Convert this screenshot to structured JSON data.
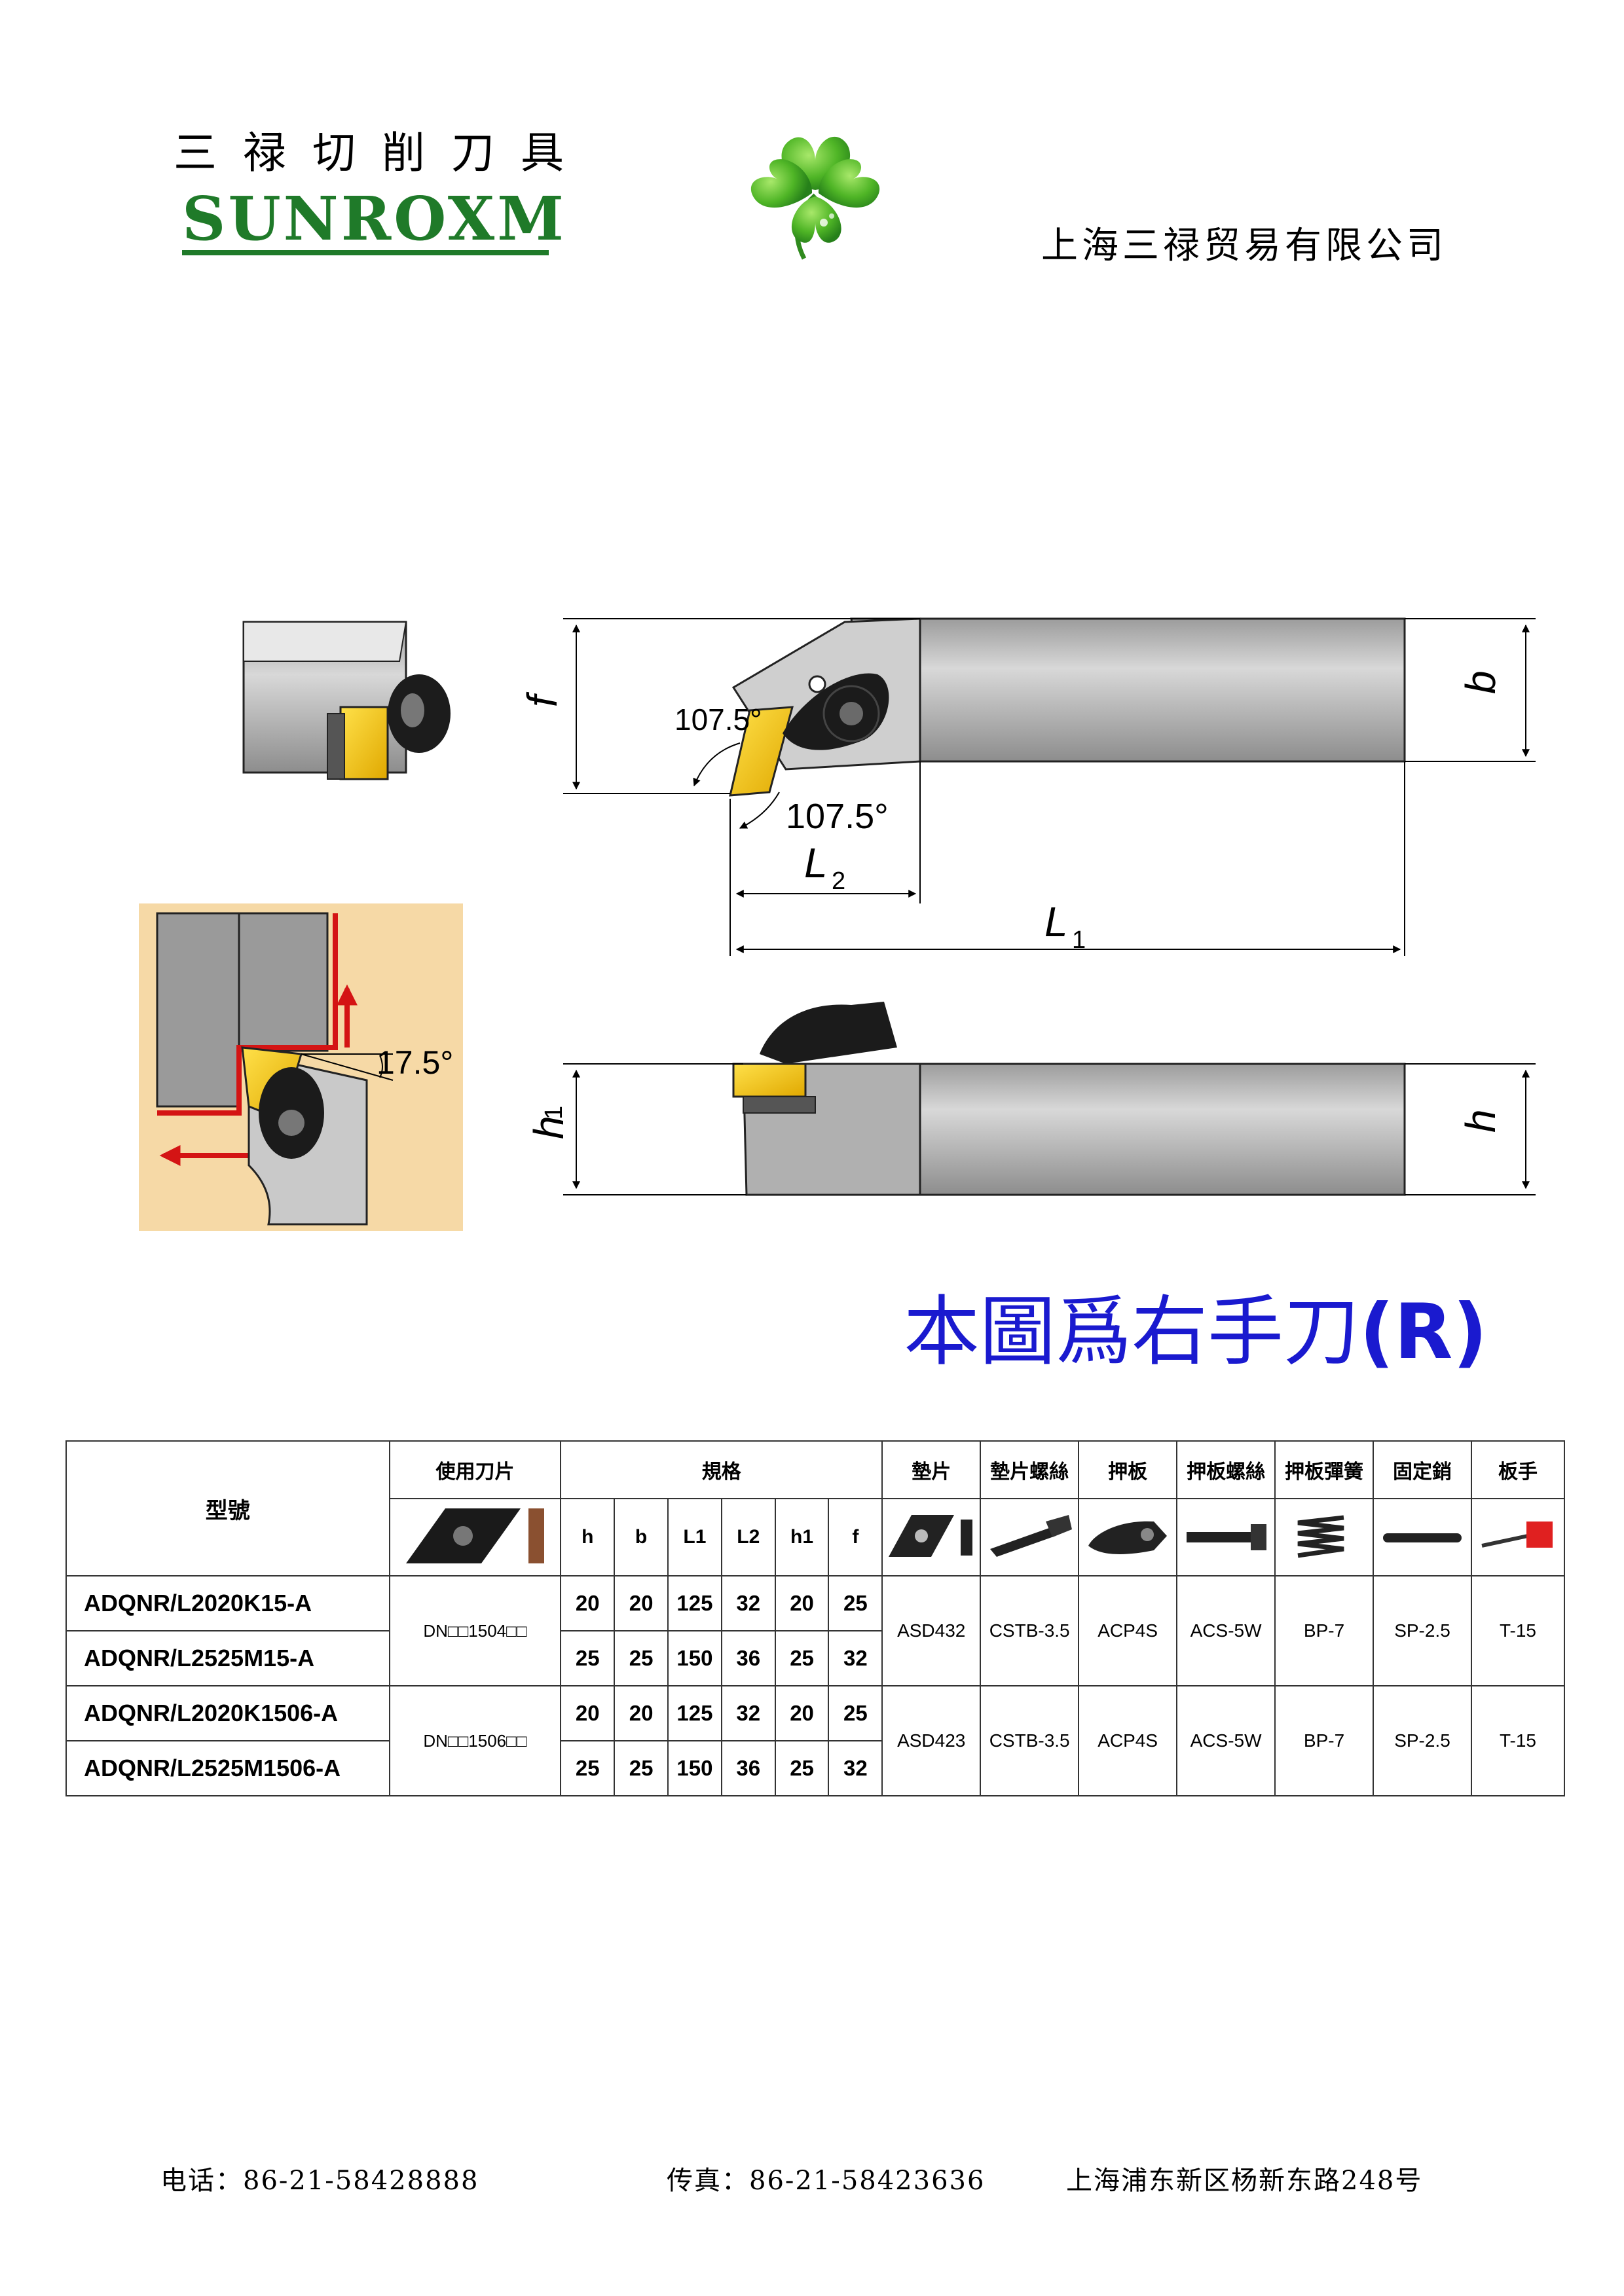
{
  "header": {
    "brand_cn": "三禄切削刀具",
    "brand_en": "SUNROXM",
    "company": "上海三禄贸易有限公司"
  },
  "drawing": {
    "angle_top": "107.5°",
    "angle_bottom": "107.5°",
    "angle_side": "17.5°",
    "label_f": "f",
    "label_b": "b",
    "label_L2": "L",
    "label_L2_sub": "2",
    "label_L1": "L",
    "label_L1_sub": "1",
    "label_h1": "h",
    "label_h1_sub": "1",
    "label_h": "h"
  },
  "caption": {
    "text": "本圖爲右手刀",
    "suffix": "(R)"
  },
  "table": {
    "header": {
      "model": "型號",
      "insert": "使用刀片",
      "spec": "規格",
      "shim": "墊片",
      "shim_screw": "墊片螺絲",
      "clamp": "押板",
      "clamp_screw": "押板螺絲",
      "clamp_spring": "押板彈簧",
      "pin": "固定銷",
      "wrench": "板手"
    },
    "spec_cols": [
      "h",
      "b",
      "L1",
      "L2",
      "h1",
      "f"
    ],
    "rows": [
      {
        "model": "ADQNR/L2020K15-A",
        "vals": [
          "20",
          "20",
          "125",
          "32",
          "20",
          "25"
        ]
      },
      {
        "model": "ADQNR/L2525M15-A",
        "vals": [
          "25",
          "25",
          "150",
          "36",
          "25",
          "32"
        ]
      },
      {
        "model": "ADQNR/L2020K1506-A",
        "vals": [
          "20",
          "20",
          "125",
          "32",
          "20",
          "25"
        ]
      },
      {
        "model": "ADQNR/L2525M1506-A",
        "vals": [
          "25",
          "25",
          "150",
          "36",
          "25",
          "32"
        ]
      }
    ],
    "groups": [
      {
        "insert": "DN□□1504□□",
        "shim": "ASD432",
        "shim_screw": "CSTB-3.5",
        "clamp": "ACP4S",
        "clamp_screw": "ACS-5W",
        "clamp_spring": "BP-7",
        "pin": "SP-2.5",
        "wrench": "T-15"
      },
      {
        "insert": "DN□□1506□□",
        "shim": "ASD423",
        "shim_screw": "CSTB-3.5",
        "clamp": "ACP4S",
        "clamp_screw": "ACS-5W",
        "clamp_spring": "BP-7",
        "pin": "SP-2.5",
        "wrench": "T-15"
      }
    ]
  },
  "footer": {
    "phone": "电话：86-21-58428888",
    "fax": "传真：86-21-58423636",
    "address": "上海浦东新区杨新东路248号"
  },
  "colors": {
    "brand_green": "#1f7a29",
    "caption_blue": "#1a1acf",
    "insert_yellow": "#f5c400",
    "holder_grey": "#b9b9b9",
    "arrow_red": "#d41414"
  }
}
